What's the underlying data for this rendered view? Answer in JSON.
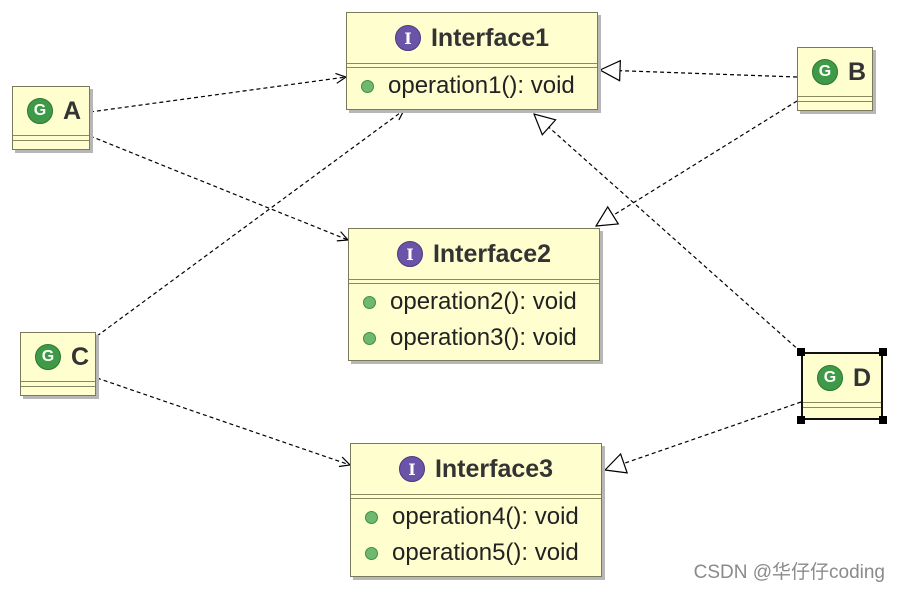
{
  "interfaces": [
    {
      "name": "Interface1",
      "ops": [
        "operation1(): void"
      ]
    },
    {
      "name": "Interface2",
      "ops": [
        "operation2(): void",
        "operation3(): void"
      ]
    },
    {
      "name": "Interface3",
      "ops": [
        "operation4(): void",
        "operation5(): void"
      ]
    }
  ],
  "classes": [
    {
      "name": "A"
    },
    {
      "name": "B"
    },
    {
      "name": "C"
    },
    {
      "name": "D"
    }
  ],
  "badges": {
    "interface": "I",
    "class": "G"
  },
  "relations": [
    {
      "from": "A",
      "to": "Interface1",
      "kind": "dependency"
    },
    {
      "from": "A",
      "to": "Interface2",
      "kind": "dependency"
    },
    {
      "from": "C",
      "to": "Interface1",
      "kind": "dependency"
    },
    {
      "from": "C",
      "to": "Interface3",
      "kind": "dependency"
    },
    {
      "from": "B",
      "to": "Interface1",
      "kind": "realization"
    },
    {
      "from": "B",
      "to": "Interface2",
      "kind": "realization"
    },
    {
      "from": "D",
      "to": "Interface1",
      "kind": "realization"
    },
    {
      "from": "D",
      "to": "Interface3",
      "kind": "realization"
    }
  ],
  "watermark": "CSDN @华仔仔coding",
  "colors": {
    "node_fill": "#fefecf",
    "interface_badge": "#6a54a8",
    "class_badge": "#3f9a48",
    "method_dot": "#6fb86f"
  }
}
